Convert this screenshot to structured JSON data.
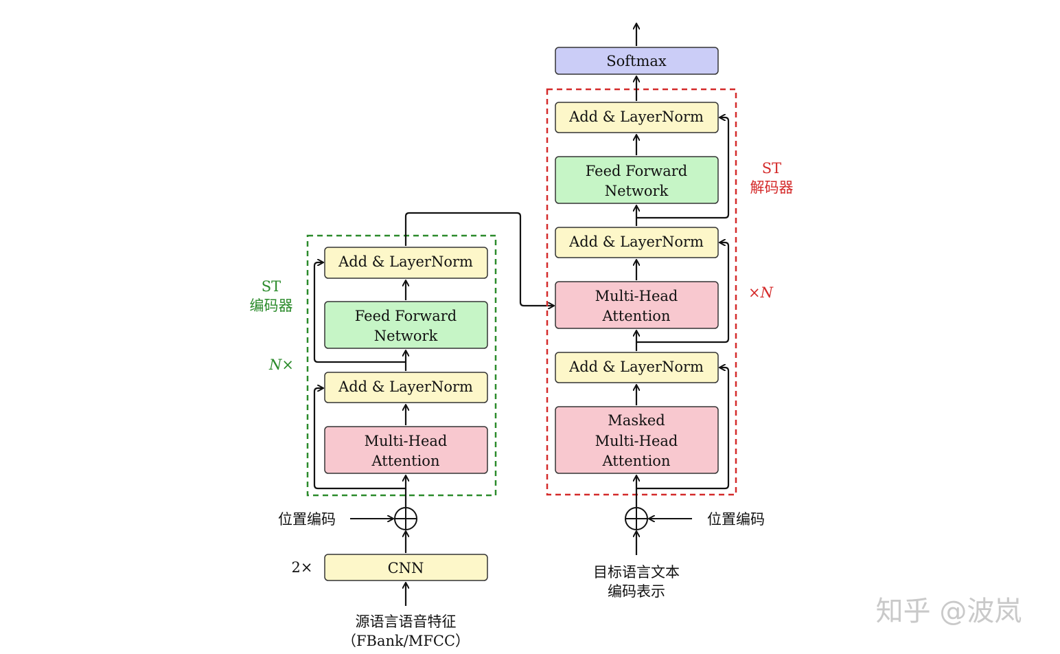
{
  "colors": {
    "layernorm": "#fdf7c9",
    "ffn": "#c6f5c6",
    "attention": "#f8c8cf",
    "softmax": "#cbcdf7",
    "encoder_frame": "#2a8a2a",
    "decoder_frame": "#d42a2a",
    "line": "#111111",
    "watermark": "#c9c9c9"
  },
  "encoder": {
    "label_line1": "ST",
    "label_line2": "编码器",
    "repeat": "N×",
    "top_norm": "Add & LayerNorm",
    "ffn_line1": "Feed Forward",
    "ffn_line2": "Network",
    "mid_norm": "Add & LayerNorm",
    "attn_line1": "Multi-Head",
    "attn_line2": "Attention",
    "pos_enc": "位置编码",
    "cnn_repeat": "2×",
    "cnn": "CNN",
    "input_line1": "源语言语音特征",
    "input_line2": "（FBank/MFCC）"
  },
  "decoder": {
    "label_line1": "ST",
    "label_line2": "解码器",
    "repeat": "×N",
    "softmax": "Softmax",
    "top_norm": "Add & LayerNorm",
    "ffn_line1": "Feed Forward",
    "ffn_line2": "Network",
    "cross_norm": "Add & LayerNorm",
    "cross_attn_line1": "Multi-Head",
    "cross_attn_line2": "Attention",
    "masked_norm": "Add & LayerNorm",
    "masked_attn_line1": "Masked",
    "masked_attn_line2": "Multi-Head",
    "masked_attn_line3": "Attention",
    "pos_enc": "位置编码",
    "input_line1": "目标语言文本",
    "input_line2": "编码表示"
  },
  "watermark": "知乎 @波岚"
}
